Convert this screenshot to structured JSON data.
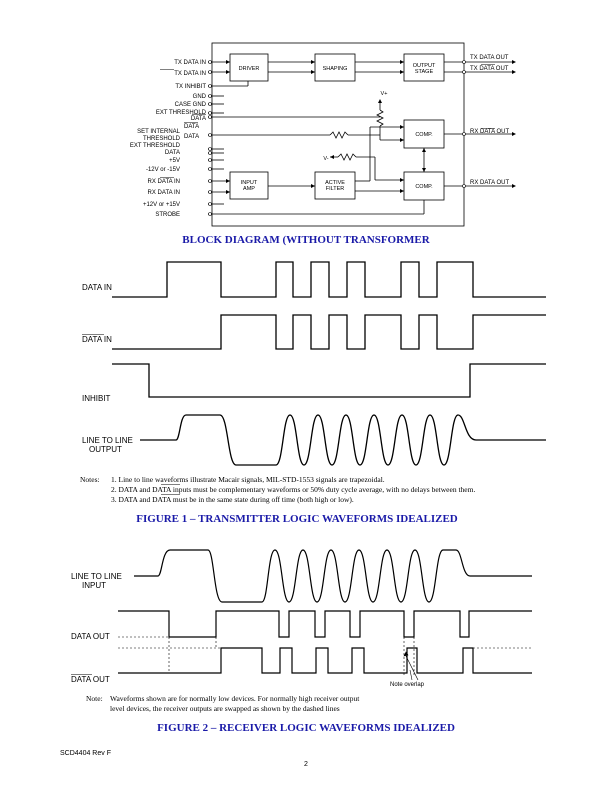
{
  "block_diagram": {
    "title": "BLOCK DIAGRAM (WITHOUT TRANSFORMER",
    "pins_left": [
      "TX DATA IN",
      "TX DATA IN",
      "TX INHIBIT",
      "GND",
      "CASE GND",
      "EXT THRESHOLD",
      "DATA",
      "SET INTERNAL",
      "THRESHOLD",
      "DATA",
      "EXT THRESHOLD",
      "DATA",
      "+5V",
      "-12V or -15V",
      "RX DATA IN",
      "RX DATA IN",
      "+12V or +15V",
      "STROBE"
    ],
    "blocks": {
      "driver": "DRIVER",
      "shaping": "SHAPING",
      "output_stage_1": "OUTPUT",
      "output_stage_2": "STAGE",
      "comp_top": "COMP.",
      "comp_bottom": "COMP.",
      "input_amp_1": "INPUT",
      "input_amp_2": "AMP",
      "active_filter_1": "ACTIVE",
      "active_filter_2": "FILTER"
    },
    "supply": {
      "vplus": "V+",
      "vminus": "V-"
    },
    "pins_right": [
      "TX DATA OUT",
      "TX DATA OUT",
      "RX DATA OUT",
      "RX DATA OUT"
    ]
  },
  "figure1": {
    "title": "FIGURE 1 – TRANSMITTER LOGIC WAVEFORMS IDEALIZED",
    "signals": [
      "DATA IN",
      "DATA  IN",
      "INHIBIT",
      "LINE TO LINE",
      "OUTPUT"
    ],
    "notes_label": "Notes:",
    "notes": [
      "1. Line to line waveforms illustrate Macair signals, MIL-STD-1553 signals are trapezoidal.",
      "2. DATA and DATA inputs must be complementary waveforms or 50% duty cycle average, with no delays between them.",
      "3. DATA and DATA must be in the same state during off time (both high or low)."
    ]
  },
  "figure2": {
    "title": "FIGURE 2 – RECEIVER LOGIC WAVEFORMS IDEALIZED",
    "signals": [
      "LINE TO LINE",
      "INPUT",
      "DATA OUT",
      "DATA OUT"
    ],
    "annotation": "Note overlap",
    "note_label": "Note:",
    "note_lines": [
      "Waveforms shown are for normally low devices. For normally high receiver output",
      "level devices, the receiver outputs are swapped as shown by the dashed lines"
    ]
  },
  "footer": {
    "doc": "SCD4404 Rev F",
    "page": "2"
  }
}
